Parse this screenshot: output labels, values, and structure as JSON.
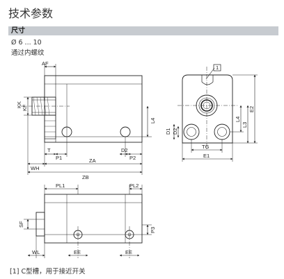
{
  "header": {
    "title": "技术参数"
  },
  "section": {
    "label": "尺寸"
  },
  "spec": {
    "range": "Ø 6 ... 10",
    "thread_note": "通过内螺纹"
  },
  "footnote": "[1] C型槽，用于接近开关",
  "dimension_labels": {
    "AF": "AF",
    "KK": "KK",
    "KF": "KF",
    "L4": "L4",
    "T": "T",
    "P1": "P1",
    "D2": "D2",
    "P2": "P2",
    "WH": "WH",
    "ZA": "ZA",
    "ZB": "ZB",
    "D1": "D1",
    "TG": "TG",
    "E1": "E1",
    "L3": "L3",
    "E2": "E2",
    "callout": "1",
    "PL1": "PL1",
    "PL2": "PL2",
    "SF": "SF",
    "P3": "P3",
    "WL": "WL",
    "EE": "EE"
  }
}
